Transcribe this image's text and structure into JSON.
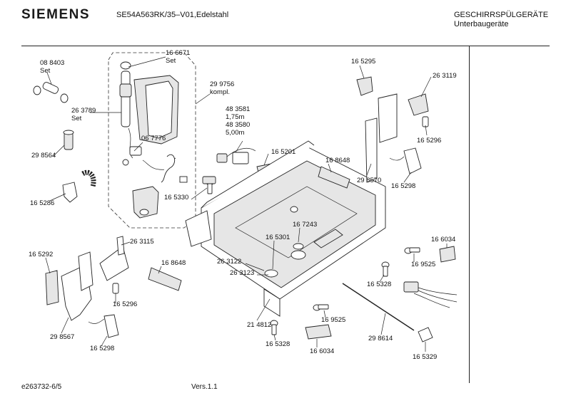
{
  "header": {
    "brand": "SIEMENS",
    "model": "SE54A563RK/35–V01,Edelstahl",
    "category": "GESCHIRRSPÜLGERÄTE",
    "subcategory": "Unterbaugeräte"
  },
  "footer": {
    "doc_id": "e263732-6/5",
    "version": "Vers.1.1"
  },
  "callouts": [
    {
      "id": "c1",
      "lines": [
        "08 8403",
        "Set"
      ]
    },
    {
      "id": "c2",
      "lines": [
        "16 6671",
        "Set"
      ]
    },
    {
      "id": "c3",
      "lines": [
        "29 9756",
        "kompl."
      ]
    },
    {
      "id": "c4",
      "lines": [
        "26 3789",
        "Set"
      ]
    },
    {
      "id": "c5",
      "lines": [
        "06 7776"
      ]
    },
    {
      "id": "c6",
      "lines": [
        "29 8564"
      ]
    },
    {
      "id": "c7",
      "lines": [
        "16 5286"
      ]
    },
    {
      "id": "c8",
      "lines": [
        "48 3581",
        "1,75m",
        "48 3580",
        "5,00m"
      ]
    },
    {
      "id": "c9",
      "lines": [
        "16 5201"
      ]
    },
    {
      "id": "c10",
      "lines": [
        "16 5330"
      ]
    },
    {
      "id": "c11",
      "lines": [
        "16 5295"
      ]
    },
    {
      "id": "c12",
      "lines": [
        "26 3119"
      ]
    },
    {
      "id": "c13",
      "lines": [
        "16 5296"
      ]
    },
    {
      "id": "c14",
      "lines": [
        "16 8648"
      ]
    },
    {
      "id": "c15",
      "lines": [
        "29 8570"
      ]
    },
    {
      "id": "c16",
      "lines": [
        "16 5298"
      ]
    },
    {
      "id": "c17",
      "lines": [
        "16 7243"
      ]
    },
    {
      "id": "c18",
      "lines": [
        "16 5301"
      ]
    },
    {
      "id": "c19",
      "lines": [
        "26 3122"
      ]
    },
    {
      "id": "c20",
      "lines": [
        "26 3123"
      ]
    },
    {
      "id": "c21",
      "lines": [
        "16 5292"
      ]
    },
    {
      "id": "c22",
      "lines": [
        "26 3115"
      ]
    },
    {
      "id": "c23",
      "lines": [
        "16 8648"
      ]
    },
    {
      "id": "c24",
      "lines": [
        "16 5296"
      ]
    },
    {
      "id": "c25",
      "lines": [
        "29 8567"
      ]
    },
    {
      "id": "c26",
      "lines": [
        "16 5298"
      ]
    },
    {
      "id": "c27",
      "lines": [
        "16 6034"
      ]
    },
    {
      "id": "c28",
      "lines": [
        "16 9525"
      ]
    },
    {
      "id": "c29",
      "lines": [
        "16 5328"
      ]
    },
    {
      "id": "c30",
      "lines": [
        "21 4812"
      ]
    },
    {
      "id": "c31",
      "lines": [
        "16 9525"
      ]
    },
    {
      "id": "c32",
      "lines": [
        "16 5328"
      ]
    },
    {
      "id": "c33",
      "lines": [
        "16 6034"
      ]
    },
    {
      "id": "c34",
      "lines": [
        "29 8614"
      ]
    },
    {
      "id": "c35",
      "lines": [
        "16 5329"
      ]
    }
  ]
}
